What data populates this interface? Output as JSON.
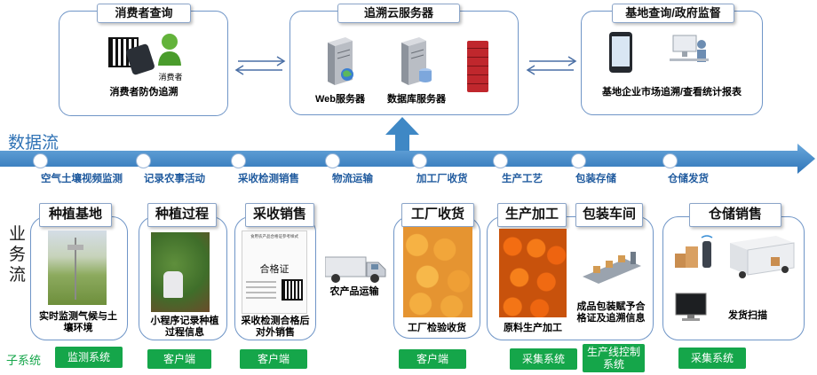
{
  "top": {
    "consumer": {
      "title": "消费者查询",
      "badge": "消费者",
      "caption": "消费者防伪追溯"
    },
    "cloud": {
      "title": "追溯云服务器",
      "web": "Web服务器",
      "db": "数据库服务器"
    },
    "base": {
      "title": "基地查询/政府监督",
      "caption": "基地企业市场追溯/查看统计报表"
    }
  },
  "flow": {
    "title": "数据流",
    "steps": [
      "空气土壤视频监测",
      "记录农事活动",
      "采收检测销售",
      "物流运输",
      "加工厂收货",
      "生产工艺",
      "包装存储",
      "仓储发货"
    ]
  },
  "side": {
    "business": "业\n务\n流",
    "subsystem": "子系统"
  },
  "modules": {
    "planting_base": {
      "title": "种植基地",
      "caption": "实时监测气候与土壤环境",
      "system": "监测系统"
    },
    "planting_process": {
      "title": "种植过程",
      "caption": "小程序记录种植过程信息",
      "system": "客户端"
    },
    "harvest_sale": {
      "title": "采收销售",
      "caption": "采收检测合格后对外销售",
      "system": "客户端",
      "cert_header": "食用农产品合格证参考样式",
      "cert_title": "合格证"
    },
    "transport": {
      "caption": "农产品运输"
    },
    "factory": {
      "title": "工厂收货",
      "caption": "工厂检验收货",
      "system": "客户端"
    },
    "production": {
      "title": "生产加工",
      "caption": "原料生产加工",
      "system": "采集系统"
    },
    "packaging": {
      "title": "包装车间",
      "caption": "成品包装赋予合格证及追溯信息",
      "system": "生产线控制系统"
    },
    "warehouse": {
      "title": "仓储销售",
      "caption": "发货扫描",
      "system": "采集系统"
    }
  },
  "colors": {
    "accent": "#1f5a9e",
    "arrow": "#3f88c5",
    "green": "#15a64a",
    "panel_border": "#6f95c7"
  }
}
